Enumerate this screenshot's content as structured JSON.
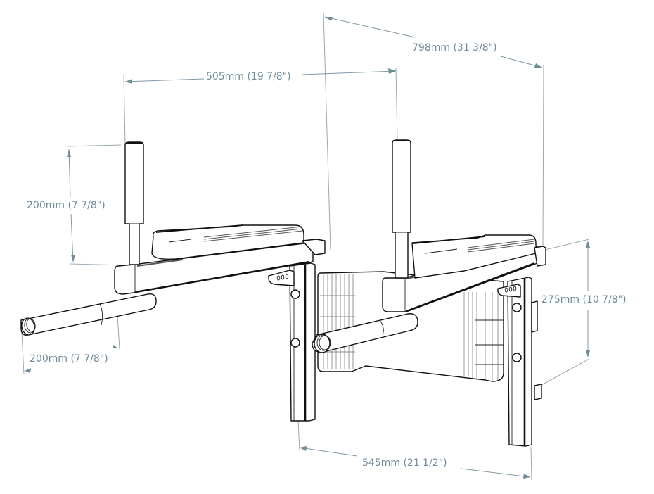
{
  "figure": {
    "subject": "dip-station-attachment-technical-drawing",
    "accent_color": "#6f8c99",
    "line_color": "#111111"
  },
  "dimensions": {
    "depth_overall": "798mm (31 3/8\")",
    "handle_spacing": "505mm (19 7/8\")",
    "handle_height": "200mm (7 7/8\")",
    "bar_extension": "200mm (7 7/8\")",
    "bracket_height": "275mm (10 7/8\")",
    "leg_spacing": "545mm (21 1/2\")"
  }
}
